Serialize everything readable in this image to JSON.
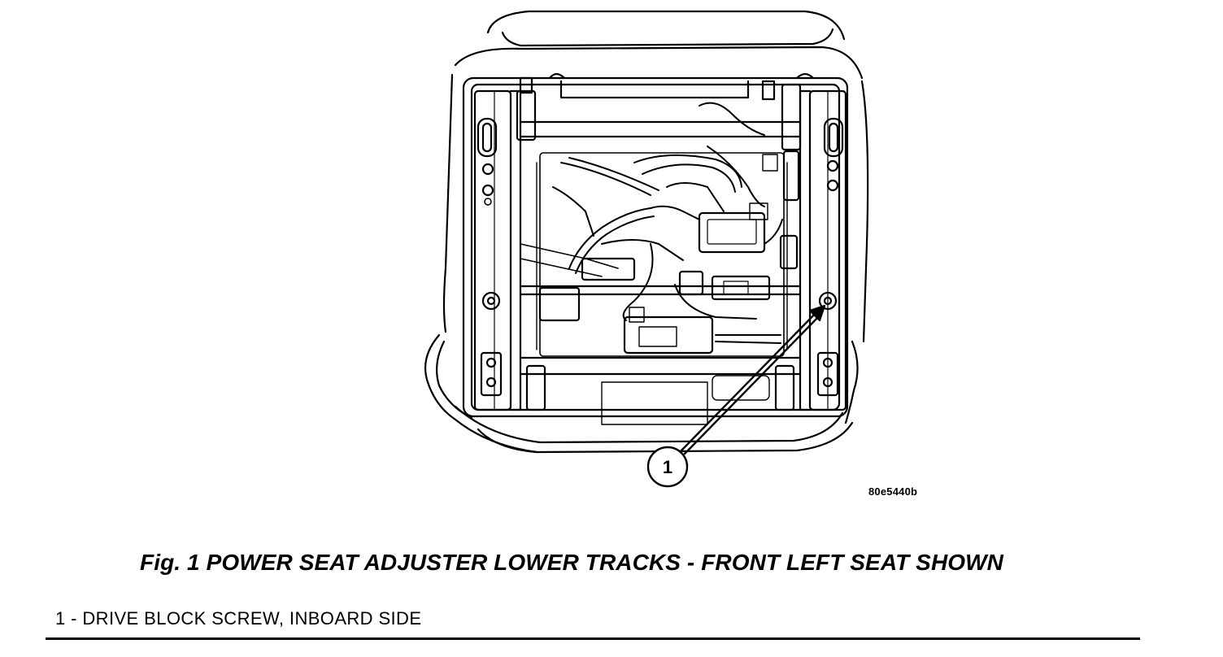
{
  "figure": {
    "code": "80e5440b",
    "callout_number": "1",
    "caption": "Fig. 1 POWER SEAT ADJUSTER LOWER TRACKS - FRONT LEFT SEAT SHOWN"
  },
  "legend": {
    "items": [
      "1 - DRIVE BLOCK SCREW, INBOARD SIDE"
    ]
  }
}
